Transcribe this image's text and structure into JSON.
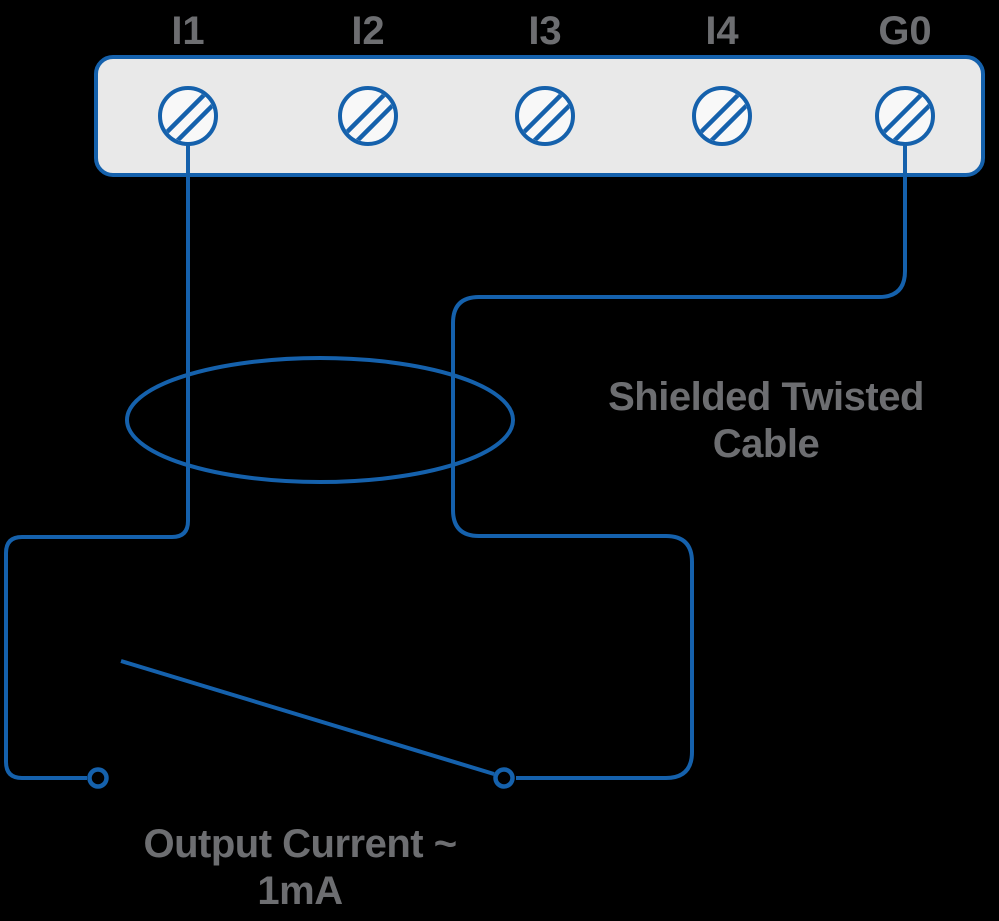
{
  "diagram": {
    "kind": "sensor-wiring-diagram",
    "terminal_block": {
      "terminals": [
        {
          "label": "I1"
        },
        {
          "label": "I2"
        },
        {
          "label": "I3"
        },
        {
          "label": "I4"
        },
        {
          "label": "G0"
        }
      ]
    },
    "annotations": {
      "cable": {
        "line1": "Shielded Twisted",
        "line2": "Cable"
      },
      "output": {
        "line1": "Output Current ~",
        "line2": "1mA"
      }
    },
    "icons": {
      "screw": "screw-terminal-icon",
      "shield": "cable-shield-ellipse",
      "switch": "switch-contact-icon"
    },
    "colors": {
      "wire_blue": "#1561ac",
      "block_fill": "#e9e9e9",
      "screw_fill": "#f8f8f8",
      "text_gray": "#6d6e71",
      "background": "#000000"
    }
  }
}
